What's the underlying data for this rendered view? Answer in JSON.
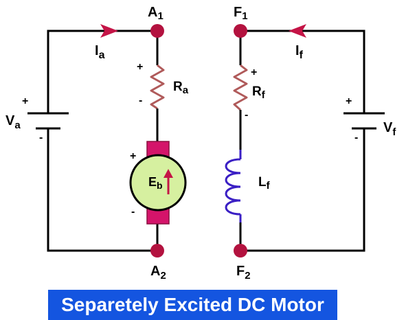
{
  "caption": "Separetely Excited DC Motor",
  "labels": {
    "A1": {
      "main": "A",
      "sub": "1"
    },
    "A2": {
      "main": "A",
      "sub": "2"
    },
    "F1": {
      "main": "F",
      "sub": "1"
    },
    "F2": {
      "main": "F",
      "sub": "2"
    },
    "Ia": {
      "main": "I",
      "sub": "a"
    },
    "If": {
      "main": "I",
      "sub": "f"
    },
    "Va": {
      "main": "V",
      "sub": "a"
    },
    "Vf": {
      "main": "V",
      "sub": "f"
    },
    "Ra": {
      "main": "R",
      "sub": "a"
    },
    "Rf": {
      "main": "R",
      "sub": "f"
    },
    "Lf": {
      "main": "L",
      "sub": "f"
    },
    "Eb": {
      "main": "E",
      "sub": "b"
    }
  },
  "signs": {
    "plus": "+",
    "minus": "-"
  },
  "colors": {
    "wire": "#000000",
    "terminal": "#b3123f",
    "arrow": "#c41446",
    "resistor": "#b05a5a",
    "inductor": "#3a1fc4",
    "motor_body": "#d6f0a0",
    "motor_brush": "#d4146a",
    "caption_bg": "#1455e0",
    "caption_text": "#ffffff"
  }
}
